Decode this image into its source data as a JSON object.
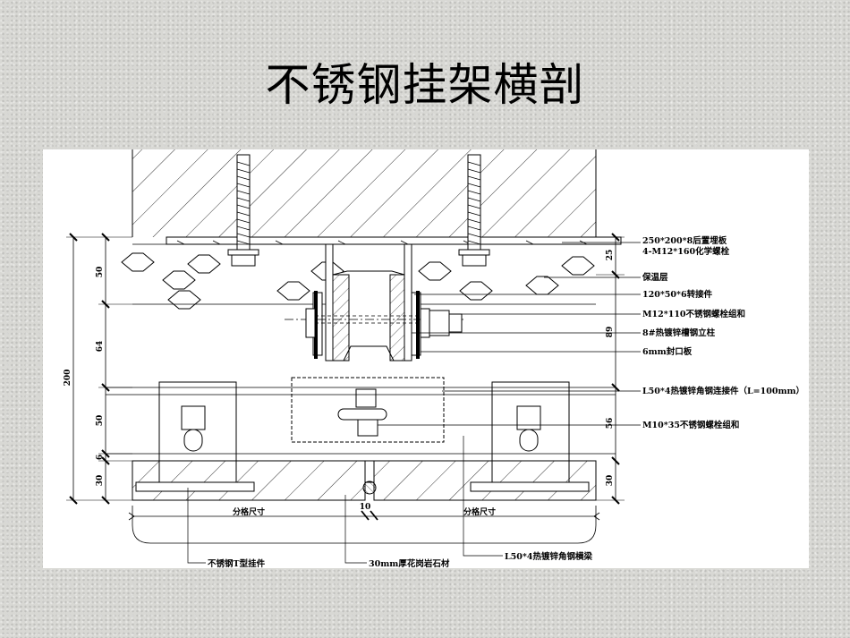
{
  "title": "不锈钢挂架横剖",
  "callouts_right": [
    "250*200*8后置埋板",
    "4-M12*160化学螺栓",
    "保温层",
    "120*50*6转接件",
    "M12*110不锈钢螺栓组和",
    "8#热镀锌槽钢立柱",
    "6mm封口板",
    "L50*4热镀锌角钢连接件（L=100mm）",
    "M10*35不锈钢螺栓组和"
  ],
  "callouts_bottom": [
    "不锈钢T型挂件",
    "30mm厚花岗岩石材",
    "L50*4热镀锌角钢横梁"
  ],
  "dimensions_left": {
    "total": "200",
    "segments": [
      "50",
      "64",
      "50",
      "6",
      "30"
    ]
  },
  "dimensions_right": [
    "25",
    "89",
    "56",
    "30"
  ],
  "grid_label": "分格尺寸",
  "joint_width": "10"
}
